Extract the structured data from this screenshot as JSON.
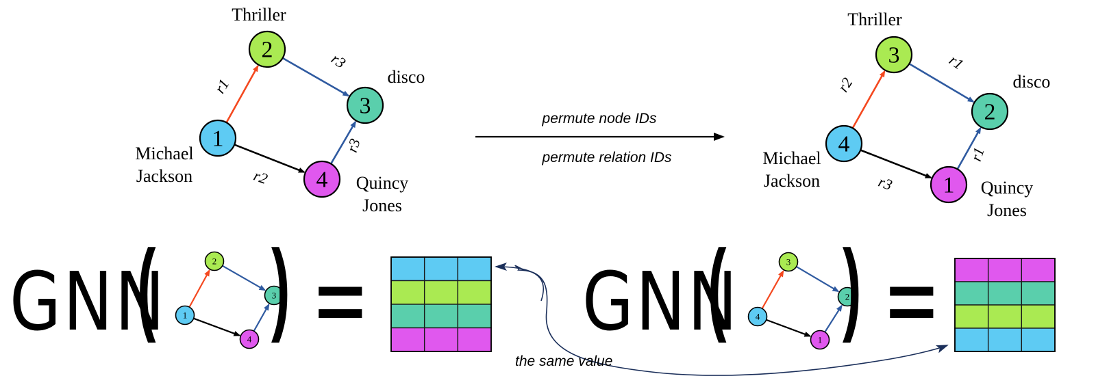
{
  "colors": {
    "blue_node": "#5ecbf3",
    "green_node": "#aaea52",
    "teal_node": "#5acfac",
    "magenta_node": "#e058ee",
    "red_edge": "#f4481f",
    "blue_edge": "#2f5aa0",
    "black_edge": "#000000",
    "curve_arrow": "#1b2f5a"
  },
  "original_graph": {
    "nodes": [
      {
        "key": "mj",
        "id": "1",
        "label_lines": [
          "Michael",
          "Jackson"
        ],
        "color": "blue_node"
      },
      {
        "key": "thriller",
        "id": "2",
        "label_lines": [
          "Thriller"
        ],
        "color": "green_node"
      },
      {
        "key": "disco",
        "id": "3",
        "label_lines": [
          "disco"
        ],
        "color": "teal_node"
      },
      {
        "key": "qj",
        "id": "4",
        "label_lines": [
          "Quincy",
          "Jones"
        ],
        "color": "magenta_node"
      }
    ],
    "edges": [
      {
        "from": "mj",
        "to": "thriller",
        "relation": "r1",
        "color": "red_edge"
      },
      {
        "from": "thriller",
        "to": "disco",
        "relation": "r3",
        "color": "blue_edge"
      },
      {
        "from": "mj",
        "to": "qj",
        "relation": "r2",
        "color": "black_edge"
      },
      {
        "from": "qj",
        "to": "disco",
        "relation": "r3",
        "color": "blue_edge"
      }
    ]
  },
  "permuted_graph": {
    "nodes": [
      {
        "key": "mj",
        "id": "4",
        "label_lines": [
          "Michael",
          "Jackson"
        ],
        "color": "blue_node"
      },
      {
        "key": "thriller",
        "id": "3",
        "label_lines": [
          "Thriller"
        ],
        "color": "green_node"
      },
      {
        "key": "disco",
        "id": "2",
        "label_lines": [
          "disco"
        ],
        "color": "teal_node"
      },
      {
        "key": "qj",
        "id": "1",
        "label_lines": [
          "Quincy",
          "Jones"
        ],
        "color": "magenta_node"
      }
    ],
    "edges": [
      {
        "from": "mj",
        "to": "thriller",
        "relation": "r2",
        "color": "red_edge"
      },
      {
        "from": "thriller",
        "to": "disco",
        "relation": "r1",
        "color": "blue_edge"
      },
      {
        "from": "mj",
        "to": "qj",
        "relation": "r3",
        "color": "black_edge"
      },
      {
        "from": "qj",
        "to": "disco",
        "relation": "r1",
        "color": "blue_edge"
      }
    ]
  },
  "transform": {
    "top_label": "permute node IDs",
    "bottom_label": "permute relation IDs"
  },
  "equations": [
    {
      "function_name": "GNN",
      "open_paren": "(",
      "close_paren": ")",
      "equals": "=",
      "graph": "original_graph",
      "matrix": {
        "rows": 4,
        "cols": 3,
        "row_colors": [
          "blue_node",
          "green_node",
          "teal_node",
          "magenta_node"
        ]
      }
    },
    {
      "function_name": "GNN",
      "open_paren": "(",
      "close_paren": ")",
      "equals": "=",
      "graph": "permuted_graph",
      "matrix": {
        "rows": 4,
        "cols": 3,
        "row_colors": [
          "magenta_node",
          "teal_node",
          "green_node",
          "blue_node"
        ]
      }
    }
  ],
  "annotation": {
    "text": "the same value"
  }
}
